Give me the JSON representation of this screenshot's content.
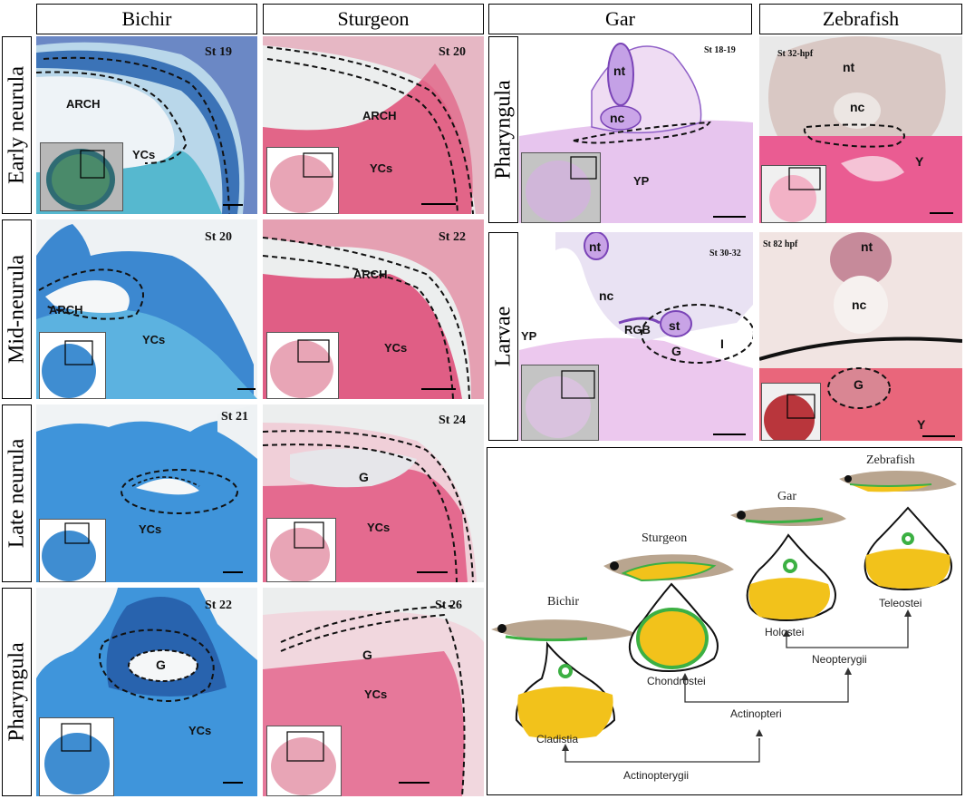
{
  "columns": {
    "bichir": "Bichir",
    "sturgeon": "Sturgeon",
    "gar": "Gar",
    "zebrafish": "Zebrafish"
  },
  "rows": {
    "early": "Early neurula",
    "mid": "Mid-neurula",
    "late": "Late neurula",
    "pharyngula": "Pharyngula",
    "gar_pharyngula": "Pharyngula",
    "gar_larvae": "Larvae"
  },
  "panels": {
    "bichir_early": {
      "stage": "St 19",
      "labels": [
        "ARCH",
        "YCs"
      ]
    },
    "bichir_mid": {
      "stage": "St 20",
      "labels": [
        "ARCH",
        "YCs"
      ]
    },
    "bichir_late": {
      "stage": "St 21",
      "labels": [
        "YCs"
      ]
    },
    "bichir_phar": {
      "stage": "St 22",
      "labels": [
        "G",
        "YCs"
      ]
    },
    "sturgeon_early": {
      "stage": "St 20",
      "labels": [
        "ARCH",
        "YCs"
      ]
    },
    "sturgeon_mid": {
      "stage": "St 22",
      "labels": [
        "ARCH",
        "YCs"
      ]
    },
    "sturgeon_late": {
      "stage": "St 24",
      "labels": [
        "G",
        "YCs"
      ]
    },
    "sturgeon_phar": {
      "stage": "St 26",
      "labels": [
        "G",
        "YCs"
      ]
    },
    "gar_phar": {
      "stage": "St 18-19",
      "labels": [
        "nt",
        "nc",
        "YP"
      ]
    },
    "gar_larvae": {
      "stage": "St 30-32",
      "labels": [
        "nt",
        "nc",
        "YP",
        "RGB",
        "st",
        "G",
        "I"
      ]
    },
    "zebra_phar": {
      "stage": "St 32-hpf",
      "labels": [
        "nt",
        "nc",
        "Y"
      ]
    },
    "zebra_larvae": {
      "stage": "St 82 hpf",
      "labels": [
        "nt",
        "nc",
        "G",
        "Y"
      ]
    }
  },
  "tree": {
    "species": [
      "Zebrafish",
      "Gar",
      "Sturgeon",
      "Bichir"
    ],
    "groups": [
      "Teleostei",
      "Holostei",
      "Chondrostei",
      "Cladistia"
    ],
    "clades": [
      "Neopterygii",
      "Actinopteri",
      "Actinopterygii"
    ],
    "colors": {
      "yolk": "#f2c21b",
      "gut": "#3cb043",
      "fish_body": "#b9a58f"
    }
  },
  "colors": {
    "bichir_stain": "#2f79c8",
    "sturgeon_stain": "#e8557d",
    "gar_stain": "#a06ad0",
    "zebra_stain": "#e9437a"
  }
}
